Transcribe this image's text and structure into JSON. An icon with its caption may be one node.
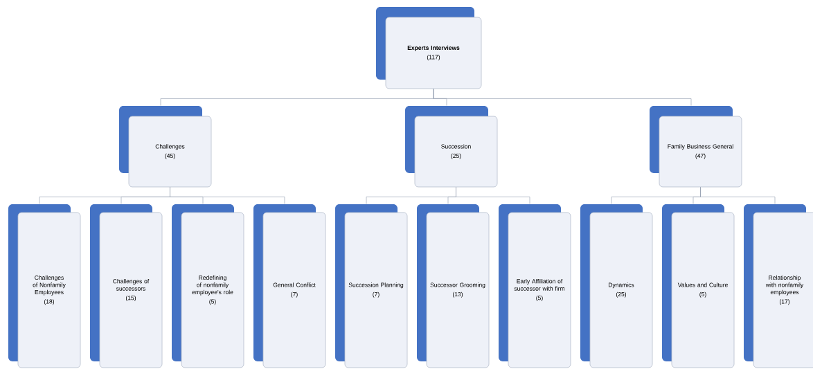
{
  "diagram": {
    "nodes": [
      {
        "text": [
          "Experts Interviews",
          "(117)"
        ]
      },
      {
        "text": [
          "Challenges",
          "(45)"
        ]
      },
      {
        "text": [
          "Succession",
          "(25)"
        ]
      },
      {
        "text": [
          "Family Business General",
          "(47)"
        ]
      },
      {
        "text": [
          "Challenges of Nonfamily Employees",
          "(18)"
        ]
      },
      {
        "text": [
          "Challenges of successors",
          "(15)"
        ]
      },
      {
        "text": [
          "Redefining of nonfamily employee's role",
          "(5)"
        ]
      },
      {
        "text": [
          "General Conflict",
          "(7)"
        ]
      },
      {
        "text": [
          "Succession Planning",
          "(7)"
        ]
      },
      {
        "text": [
          "Successor Grooming",
          "(13)"
        ]
      },
      {
        "text": [
          "Early Affiliation of successor with firm",
          "(5)"
        ]
      },
      {
        "text": [
          "Dynamics",
          "(25)"
        ]
      },
      {
        "text": [
          "Values and Culture",
          "(5)"
        ]
      },
      {
        "text": [
          "Relationship with nonfamily employees",
          "(17)"
        ]
      }
    ],
    "edges": [
      {
        "from": 0,
        "to": 1,
        "arrow": "none"
      },
      {
        "from": 0,
        "to": 2,
        "arrow": "none"
      },
      {
        "from": 0,
        "to": 3,
        "arrow": "none"
      },
      {
        "from": 1,
        "to": 4,
        "arrow": "none"
      },
      {
        "from": 1,
        "to": 5,
        "arrow": "none"
      },
      {
        "from": 1,
        "to": 6,
        "arrow": "none"
      },
      {
        "from": 1,
        "to": 7,
        "arrow": "none"
      },
      {
        "from": 2,
        "to": 8,
        "arrow": "none"
      },
      {
        "from": 2,
        "to": 9,
        "arrow": "none"
      },
      {
        "from": 2,
        "to": 10,
        "arrow": "none"
      },
      {
        "from": 3,
        "to": 11,
        "arrow": "none"
      },
      {
        "from": 3,
        "to": 12,
        "arrow": "none"
      },
      {
        "from": 3,
        "to": 13,
        "arrow": "none"
      }
    ]
  }
}
